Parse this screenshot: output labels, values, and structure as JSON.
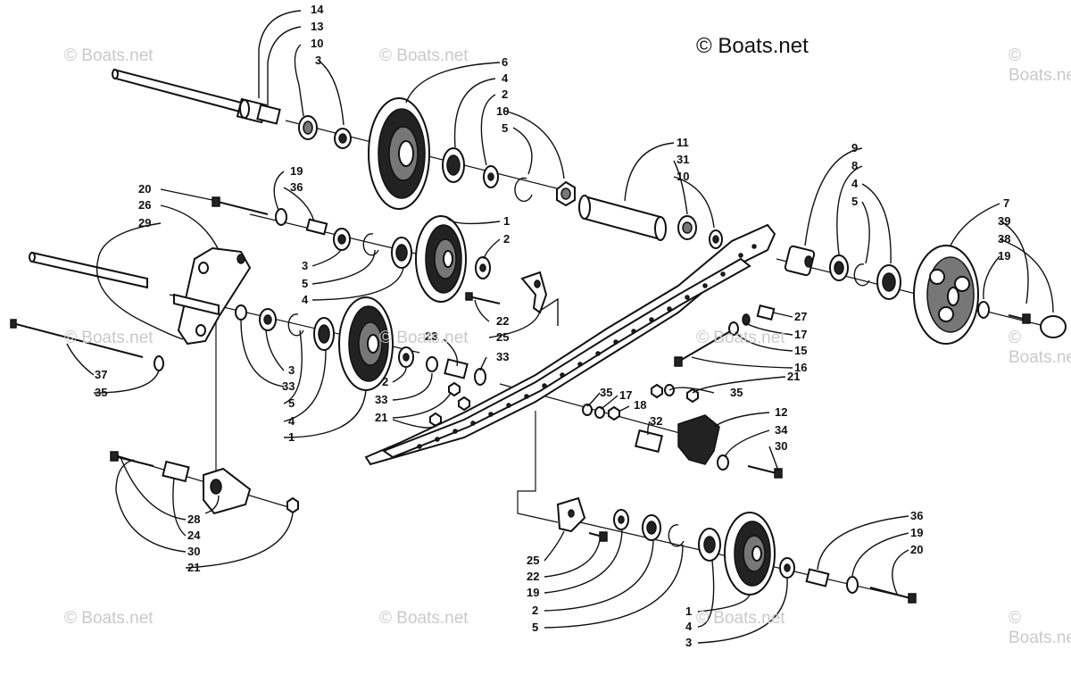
{
  "copyright": "© Boats.net",
  "watermark": "© Boats.net",
  "labels": [
    "1",
    "2",
    "3",
    "4",
    "5",
    "6",
    "7",
    "8",
    "9",
    "10",
    "11",
    "12",
    "13",
    "14",
    "15",
    "16",
    "17",
    "18",
    "19",
    "20",
    "21",
    "22",
    "23",
    "24",
    "25",
    "26",
    "27",
    "28",
    "29",
    "30",
    "31",
    "32",
    "33",
    "34",
    "35",
    "36",
    "37",
    "38",
    "39"
  ]
}
